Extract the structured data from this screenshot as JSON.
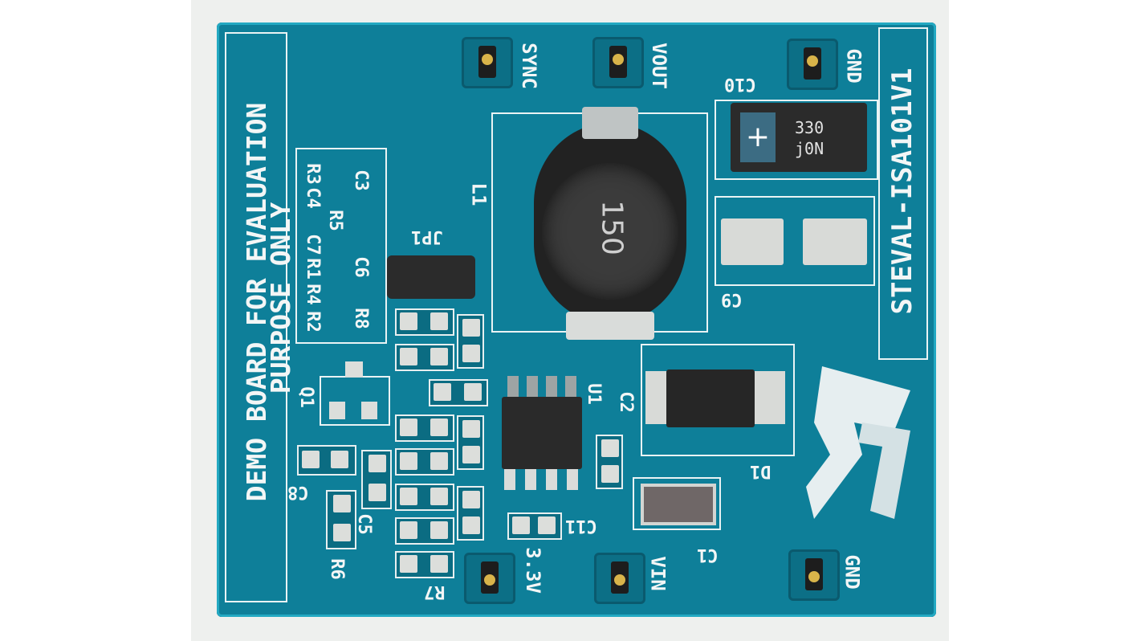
{
  "image": {
    "board_name": "STEVAL-ISA101V1",
    "notice_line1": "DEMO BOARD FOR EVALUATION",
    "notice_line2": "PURPOSE ONLY",
    "test_points": {
      "sync": "SYNC",
      "vout": "VOUT",
      "gnd_top": "GND",
      "v33": "3.3V",
      "vin": "VIN",
      "gnd_bottom": "GND"
    },
    "component_labels": {
      "c10": "C10",
      "c9": "C9",
      "l1": "L1",
      "jp1": "JP1",
      "q1": "Q1",
      "u1": "U1",
      "c2": "C2",
      "d1": "D1",
      "c1": "C1",
      "c11": "C11",
      "c8": "C8",
      "c5": "C5",
      "r6": "R6",
      "r7": "R7"
    },
    "resistor_block": {
      "col1": [
        "R3",
        "C4",
        "R5",
        "C7",
        "R1",
        "R4",
        "R2"
      ],
      "col2": [
        "C3",
        "C6",
        "R8"
      ]
    },
    "capacitor_marking_line1": "330",
    "capacitor_marking_line2": "j0N",
    "inductor_marking": "150",
    "colors": {
      "pcb": "#0e7f99",
      "silkscreen": "#f3f6f6",
      "background": "#eef0ee"
    }
  }
}
